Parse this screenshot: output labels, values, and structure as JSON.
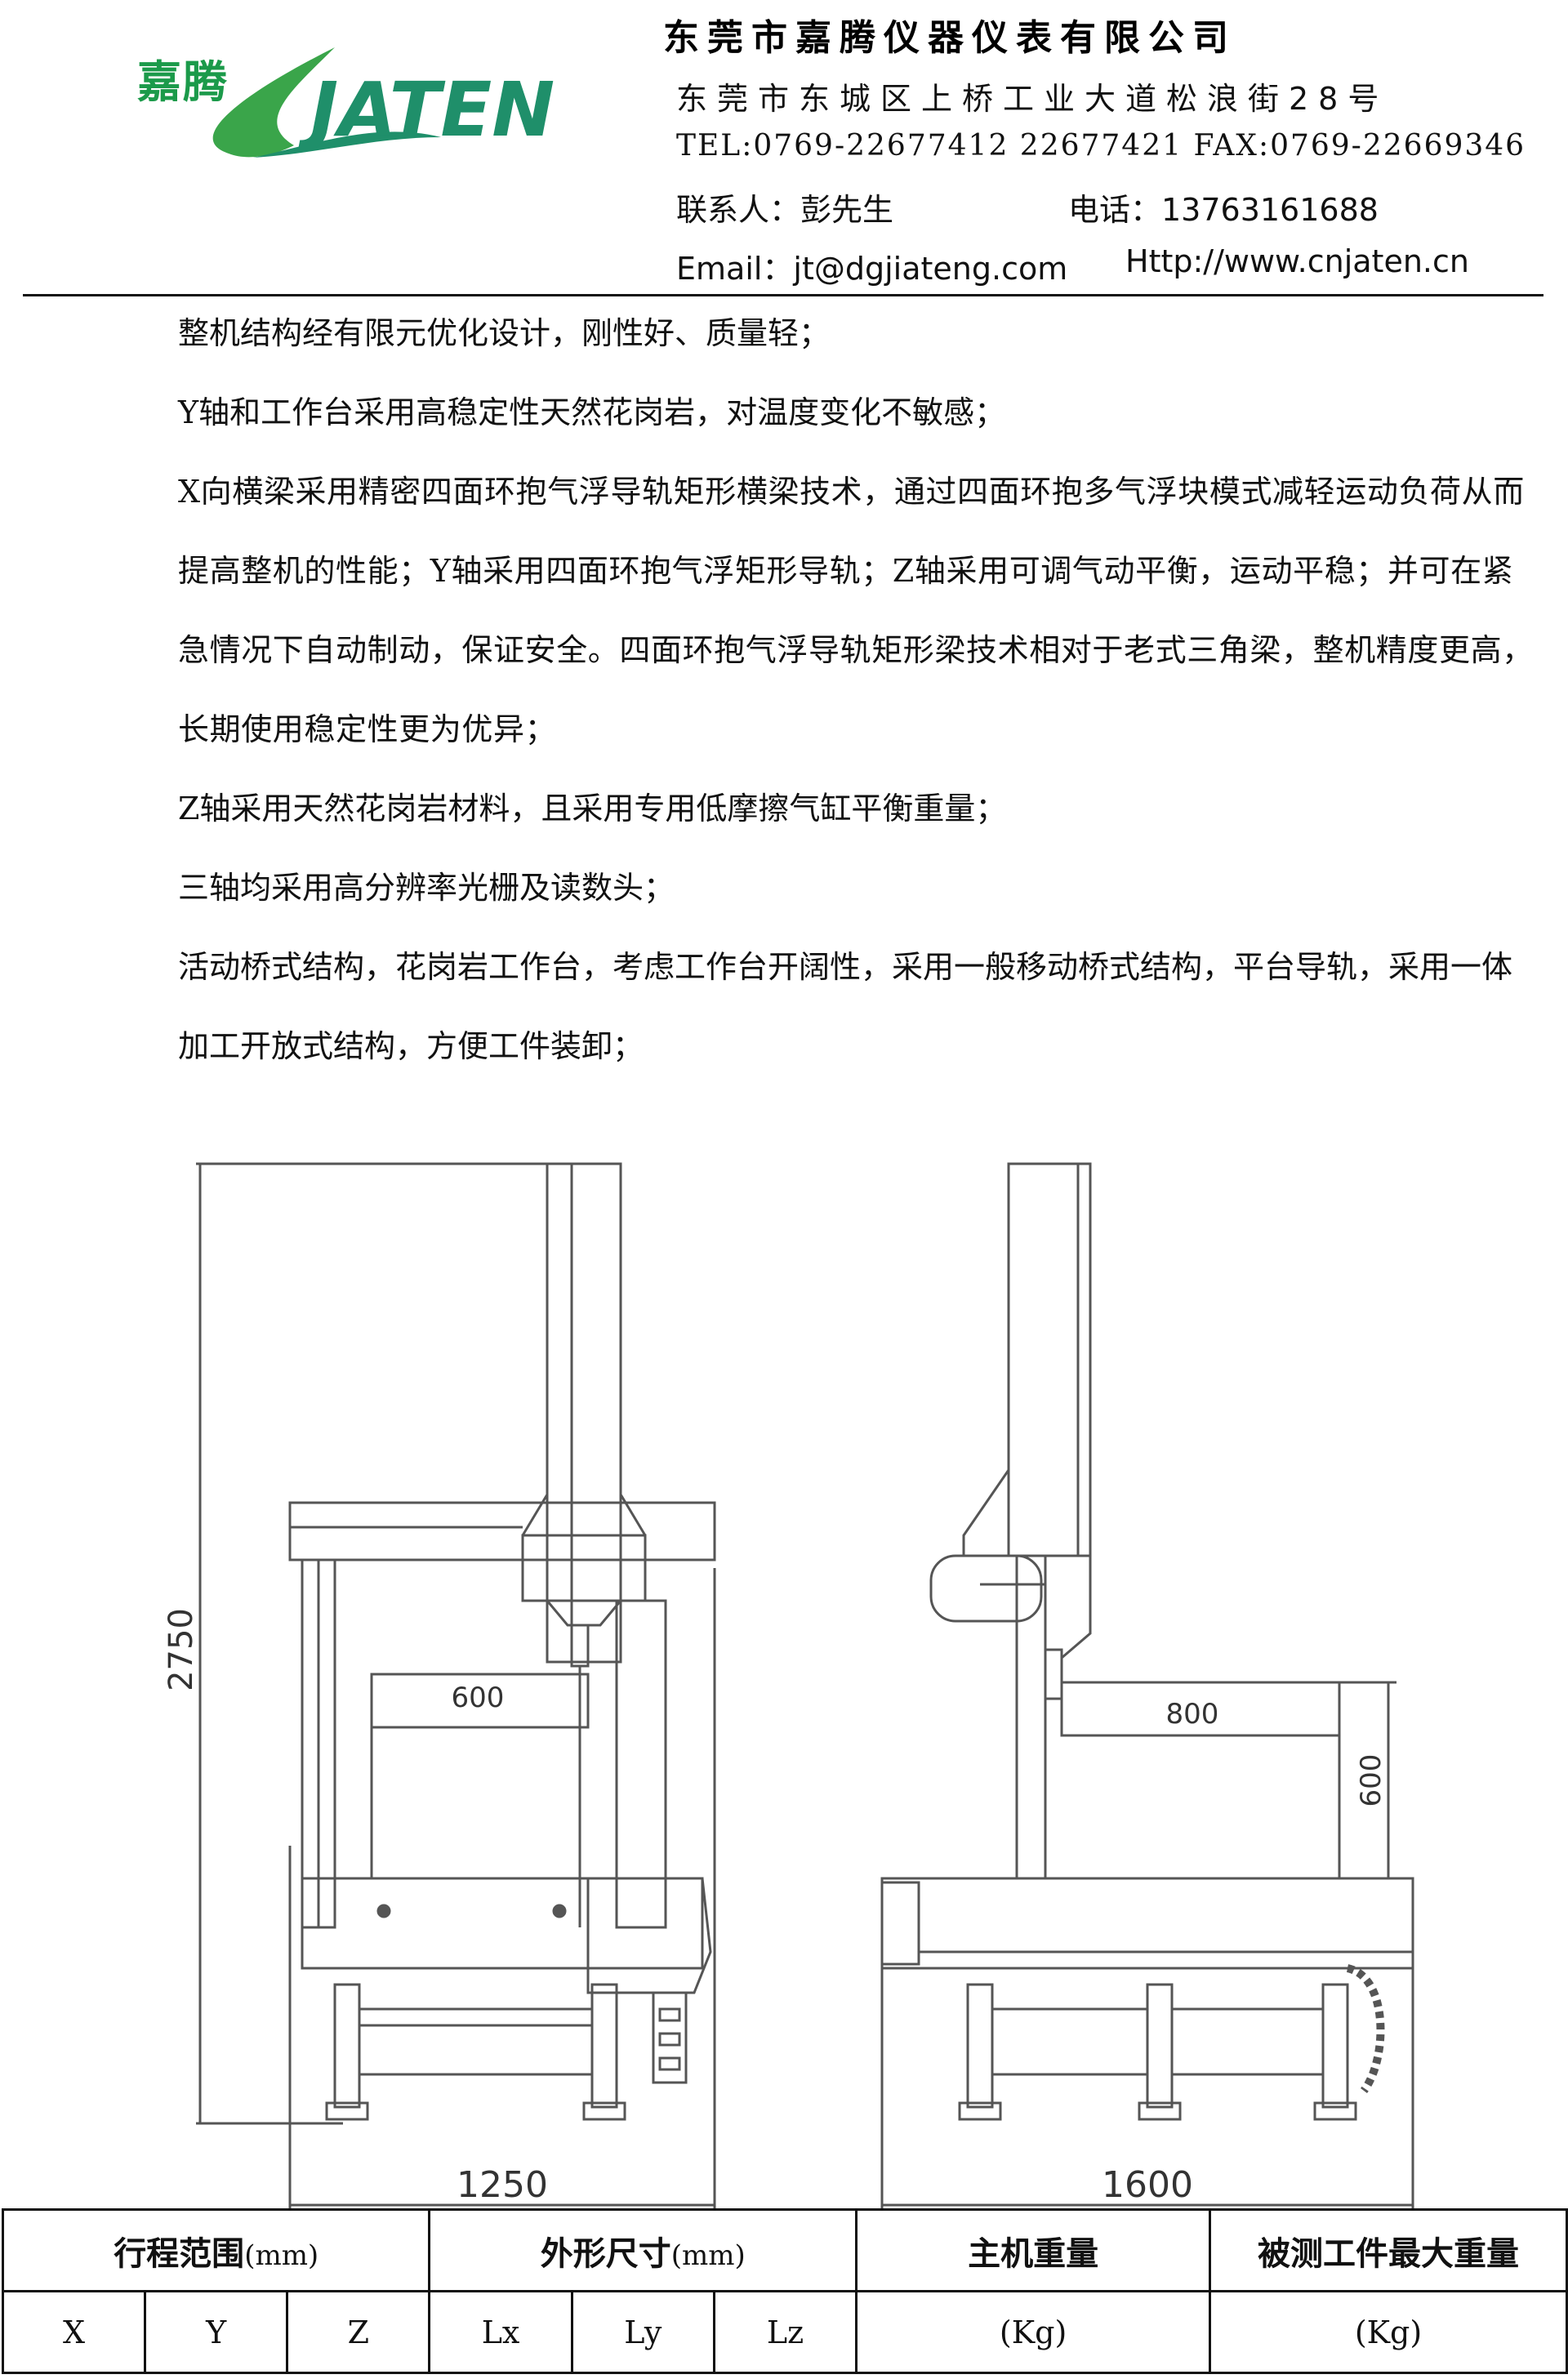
{
  "header": {
    "logo_cn": "嘉腾",
    "logo_en": "JATEN",
    "company": "东莞市嘉腾仪器仪表有限公司",
    "address": "东莞市东城区上桥工业大道松浪街28号",
    "tel": "TEL:0769-22677412   22677421    FAX:0769-22669346",
    "contact": "联系人：彭先生",
    "phone": "电话：13763161688",
    "email": "Email：jt@dgjiateng.com",
    "website": "Http://www.cnjaten.cn"
  },
  "paragraphs": [
    "整机结构经有限元优化设计，刚性好、质量轻；",
    "Y轴和工作台采用高稳定性天然花岗岩，对温度变化不敏感；",
    "X向横梁采用精密四面环抱气浮导轨矩形横梁技术，通过四面环抱多气浮块模式减轻运动负荷从而提高整机的性能；Y轴采用四面环抱气浮矩形导轨；Z轴采用可调气动平衡，运动平稳；并可在紧急情况下自动制动，保证安全。四面环抱气浮导轨矩形梁技术相对于老式三角梁，整机精度更高，长期使用稳定性更为优异；",
    "Z轴采用天然花岗岩材料，且采用专用低摩擦气缸平衡重量；",
    "三轴均采用高分辨率光栅及读数头；",
    "活动桥式结构，花岗岩工作台，考虑工作台开阔性，采用一般移动桥式结构，平台导轨，采用一体加工开放式结构，方便工件装卸；"
  ],
  "drawing": {
    "front_height": "2750",
    "front_width": "1250",
    "front_inner": "600",
    "side_width": "1600",
    "side_inner": "800",
    "side_height": "600"
  },
  "table": {
    "travel_header": "行程范围",
    "travel_unit": "(mm)",
    "size_header": "外形尺寸",
    "size_unit": "(mm)",
    "weight_header": "主机重量",
    "max_weight_header": "被测工件最大重量",
    "sub": [
      "X",
      "Y",
      "Z",
      "Lx",
      "Ly",
      "Lz"
    ],
    "weight_unit": "(Kg)",
    "max_weight_unit": "(Kg)"
  }
}
